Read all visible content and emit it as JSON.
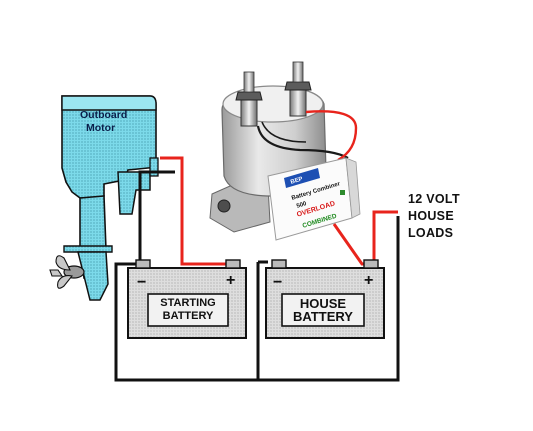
{
  "outboard": {
    "label_line1": "Outboard",
    "label_line2": "Motor"
  },
  "starting_battery": {
    "label_line1": "STARTING",
    "label_line2": "BATTERY",
    "neg": "−",
    "pos": "+"
  },
  "house_battery": {
    "label_line1": "HOUSE",
    "label_line2": "BATTERY",
    "neg": "−",
    "pos": "+"
  },
  "loads": {
    "line1": "12 VOLT",
    "line2": "HOUSE",
    "line3": "LOADS"
  },
  "combiner": {
    "brand": "BEP",
    "line1": "Battery Combiner",
    "line2": "500",
    "overload": "OVERLOAD",
    "combined": "COMBINED"
  },
  "colors": {
    "wire_red": "#e8241c",
    "wire_black": "#111111",
    "motor_fill": "#6fd6e6",
    "battery_fill": "#dcdcdc"
  }
}
